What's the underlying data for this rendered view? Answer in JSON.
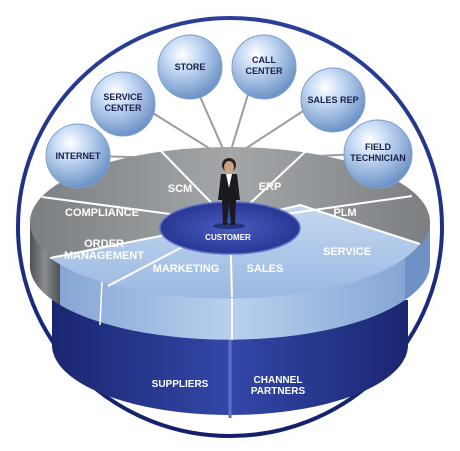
{
  "channels": [
    {
      "id": "internet",
      "lines": [
        "INTERNET"
      ]
    },
    {
      "id": "service-center",
      "lines": [
        "SERVICE",
        "CENTER"
      ]
    },
    {
      "id": "store",
      "lines": [
        "STORE"
      ]
    },
    {
      "id": "call-center",
      "lines": [
        "CALL",
        "CENTER"
      ]
    },
    {
      "id": "sales-rep",
      "lines": [
        "SALES REP"
      ]
    },
    {
      "id": "field-technician",
      "lines": [
        "FIELD",
        "TECHNICIAN"
      ]
    }
  ],
  "top_segments": {
    "scm": "SCM",
    "erp": "ERP",
    "compliance": "COMPLIANCE",
    "plm": "PLM",
    "order_management": [
      "ORDER",
      "MANAGEMENT"
    ],
    "marketing": "MARKETING",
    "sales": "SALES",
    "service": "SERVICE"
  },
  "center_label": "CUSTOMER",
  "bottom_segments": {
    "suppliers": "SUPPLIERS",
    "channel_partners": [
      "CHANNEL",
      "PARTNERS"
    ]
  },
  "colors": {
    "sphere": "#a9c8ec",
    "gray_top": "#8f9294",
    "gray_side": "#6e7073",
    "light_blue": "#a7c3e8",
    "blue_side": "#7fa3d3",
    "navy": "#24348a",
    "center": "#2f3fa0",
    "rim_glow": "#b9d9f5",
    "rim_dark": "#1d2f86"
  }
}
